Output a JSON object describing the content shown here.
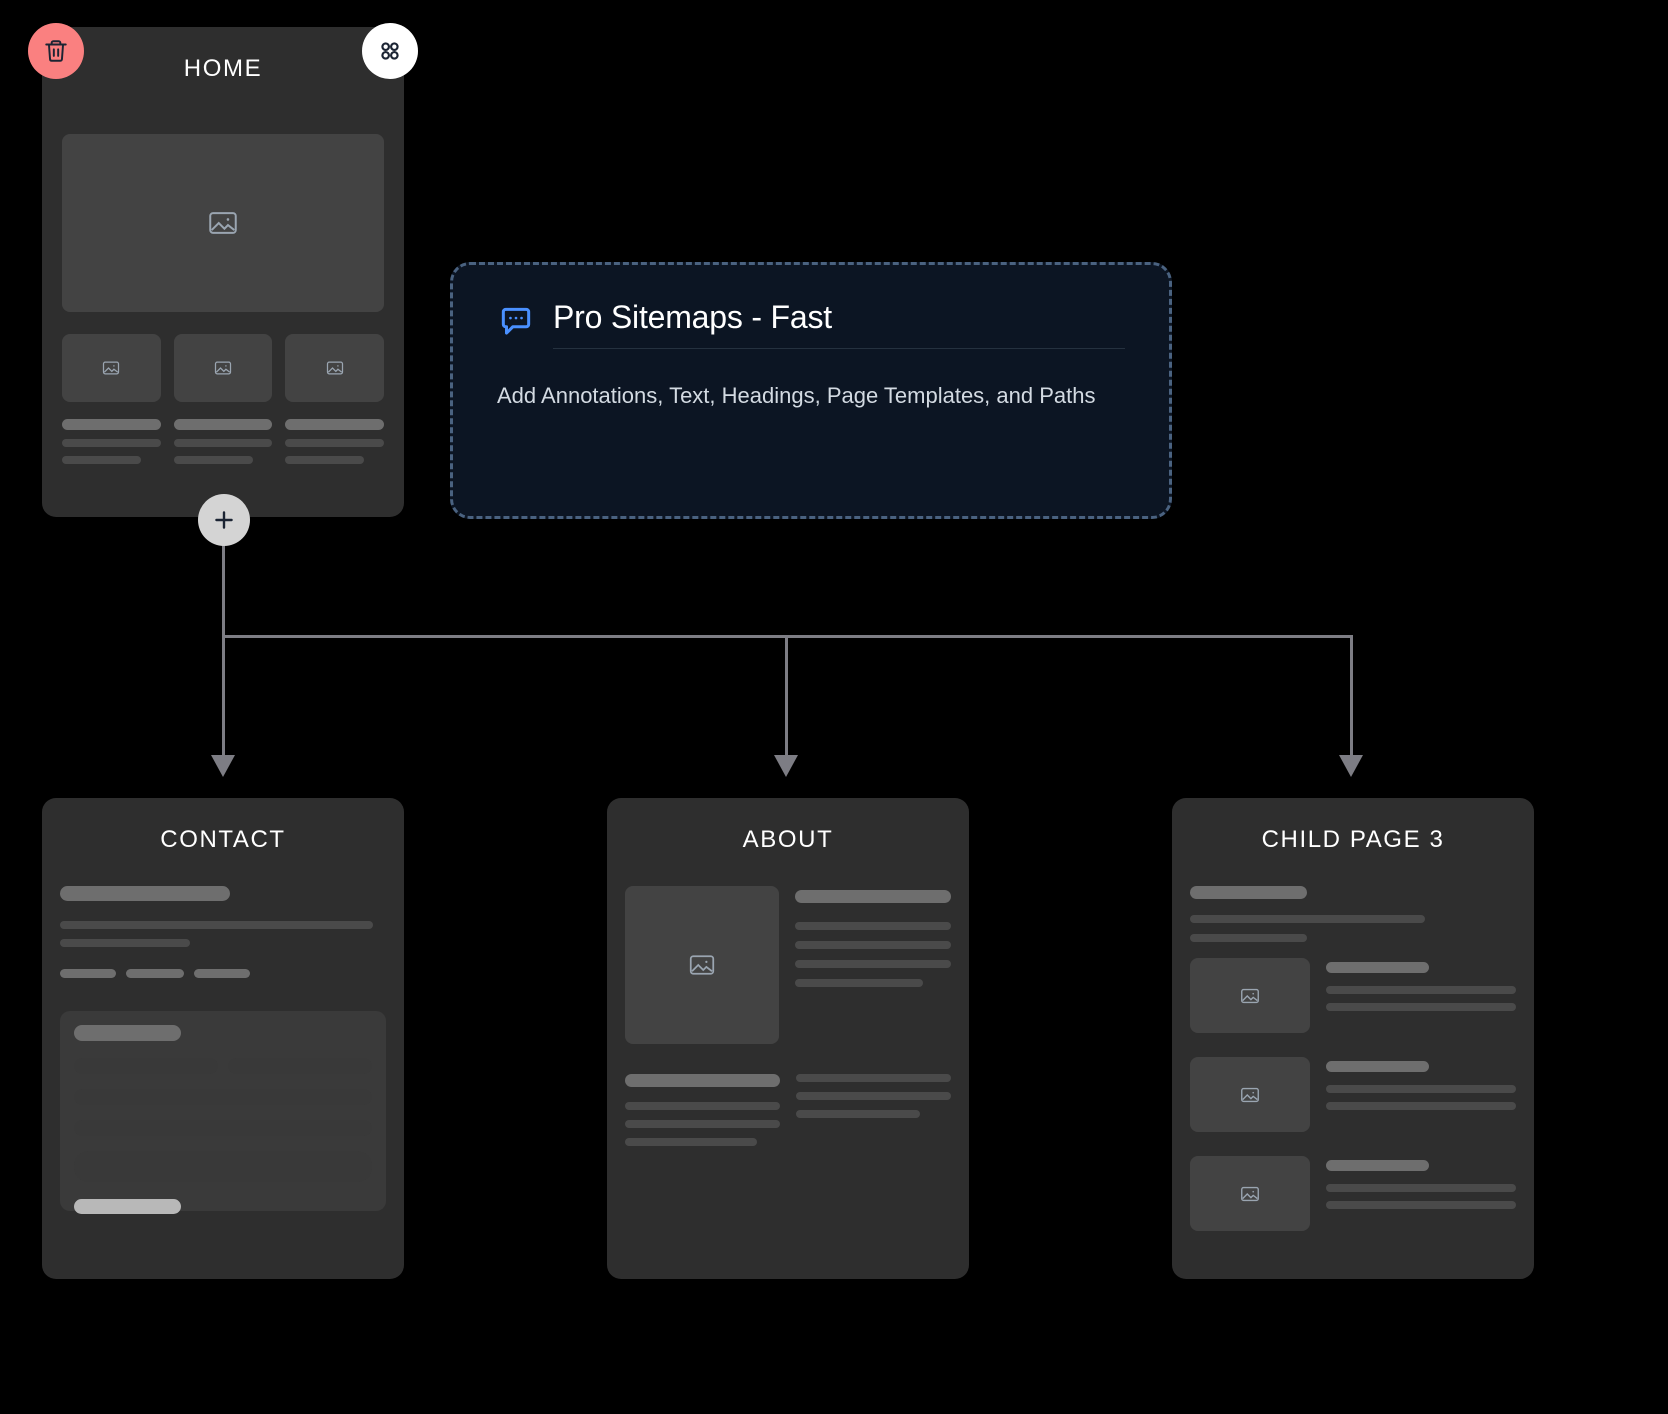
{
  "app": {
    "background": "#000000",
    "card_bg": "#2e2e2e",
    "connector_color": "#7d7d84",
    "accent_delete": "#fa8080",
    "accent_annotation": "#4a90ff"
  },
  "toolbar": {
    "delete_icon": "trash-icon",
    "delete_label": "Delete page",
    "grid_icon": "grid-icon",
    "grid_label": "Page templates",
    "add_icon": "plus-icon",
    "add_label": "Add child page"
  },
  "annotation": {
    "icon": "comment-icon",
    "title": "Pro Sitemaps - Fast",
    "body": "Add Annotations, Text, Headings, Page Templates, and Paths",
    "border_color": "#4a6280",
    "background": "#0c1523"
  },
  "pages": [
    {
      "id": "home",
      "title": "HOME",
      "template": "hero-with-three-columns",
      "blocks": {
        "hero_icon": "image-placeholder-icon",
        "columns": [
          {
            "thumb_icon": "image-placeholder-icon"
          },
          {
            "thumb_icon": "image-placeholder-icon"
          },
          {
            "thumb_icon": "image-placeholder-icon"
          }
        ]
      }
    },
    {
      "id": "contact",
      "title": "CONTACT",
      "template": "text-with-form",
      "blocks": {
        "heading_bar": true,
        "paragraph_lines": 2,
        "tag_count": 3,
        "form": {
          "label_bar": true,
          "inline_fields": 2,
          "full_fields": 2,
          "textarea": true,
          "submit_button": true
        }
      }
    },
    {
      "id": "about",
      "title": "ABOUT",
      "template": "image-and-text-two-column",
      "blocks": {
        "image_icon": "image-placeholder-icon",
        "right_lines": 5,
        "lower_left_lines": 4,
        "lower_right_lines": 4
      }
    },
    {
      "id": "child-page-3",
      "title": "CHILD PAGE 3",
      "template": "media-list",
      "blocks": {
        "intro_lines": 3,
        "list_items": [
          {
            "thumb_icon": "image-placeholder-icon",
            "lines": 3
          },
          {
            "thumb_icon": "image-placeholder-icon",
            "lines": 3
          },
          {
            "thumb_icon": "image-placeholder-icon",
            "lines": 3
          }
        ]
      }
    }
  ],
  "connections": [
    {
      "from": "home",
      "to": "contact"
    },
    {
      "from": "home",
      "to": "about"
    },
    {
      "from": "home",
      "to": "child-page-3"
    }
  ]
}
